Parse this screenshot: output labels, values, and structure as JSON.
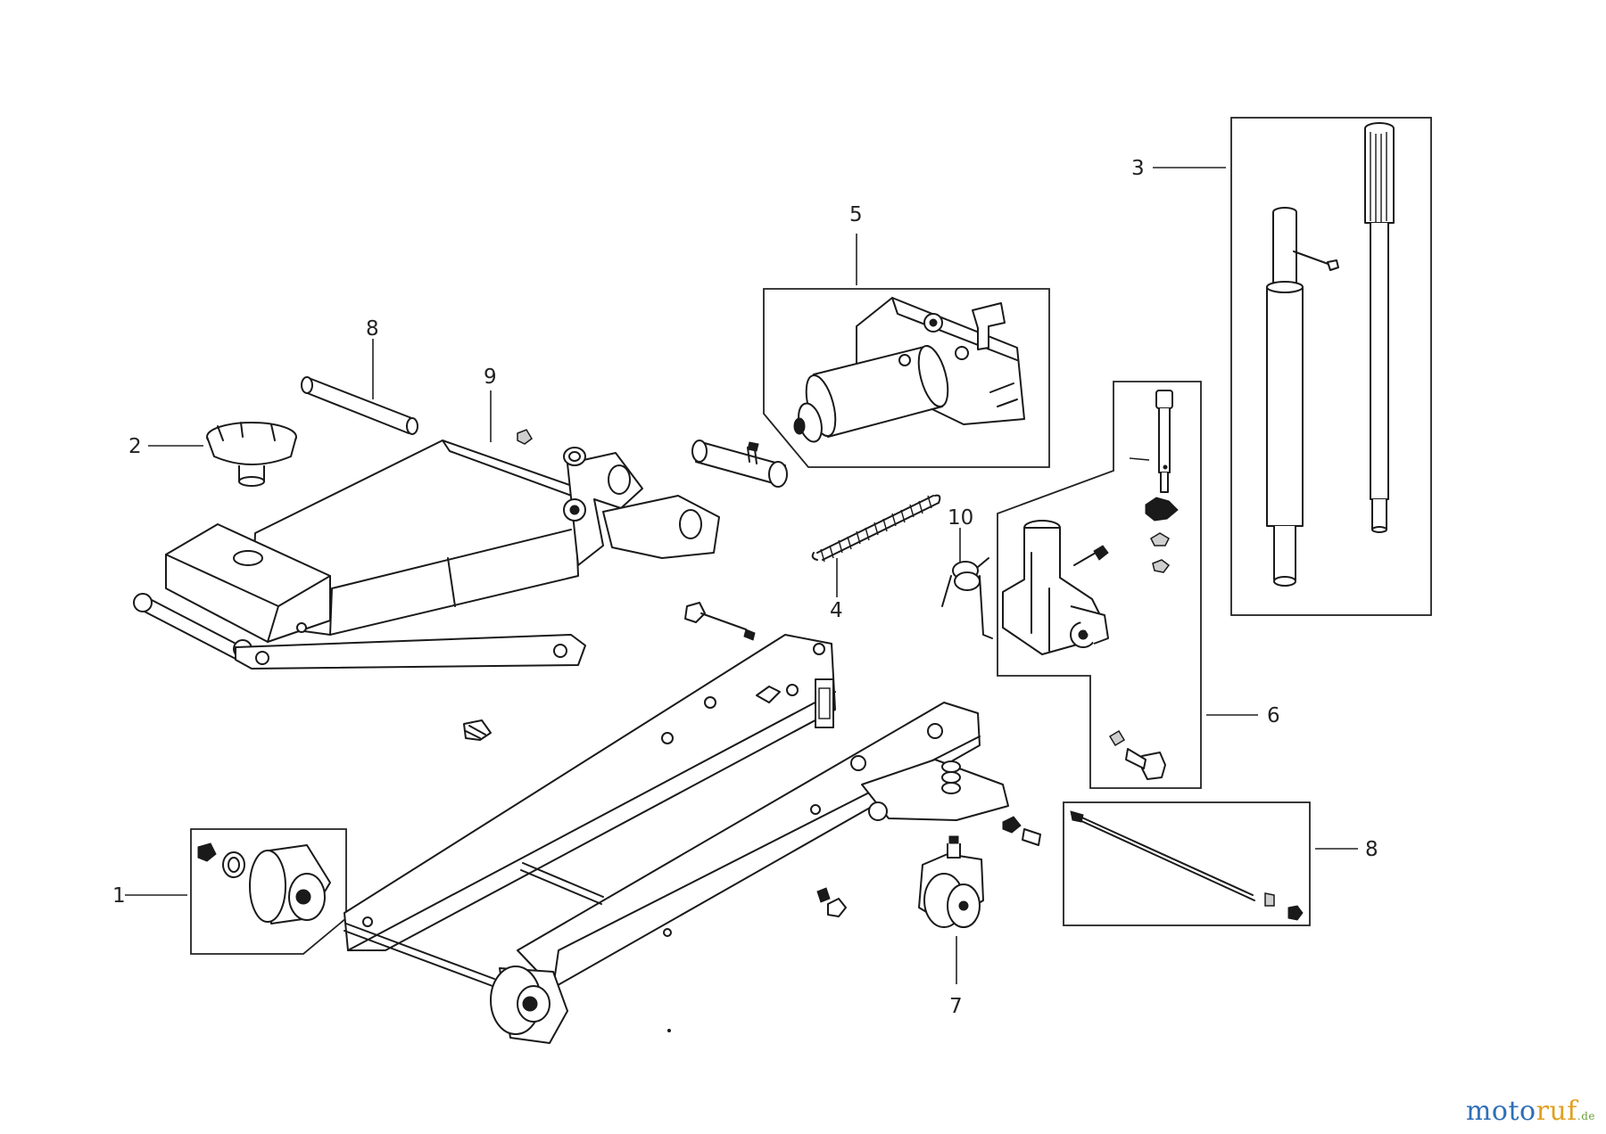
{
  "callouts": {
    "c1": "1",
    "c2": "2",
    "c3": "3",
    "c4": "4",
    "c5": "5",
    "c6": "6",
    "c7": "7",
    "c8a": "8",
    "c8b": "8",
    "c9": "9",
    "c10": "10"
  },
  "watermark": {
    "part1": "moto",
    "part2": "ruf",
    "tld": ".de"
  },
  "colors": {
    "line": "#1a1a1a",
    "background": "#ffffff",
    "watermark_blue": "#2f6fb7",
    "watermark_orange": "#e0a020",
    "watermark_green": "#6a9f3a"
  }
}
